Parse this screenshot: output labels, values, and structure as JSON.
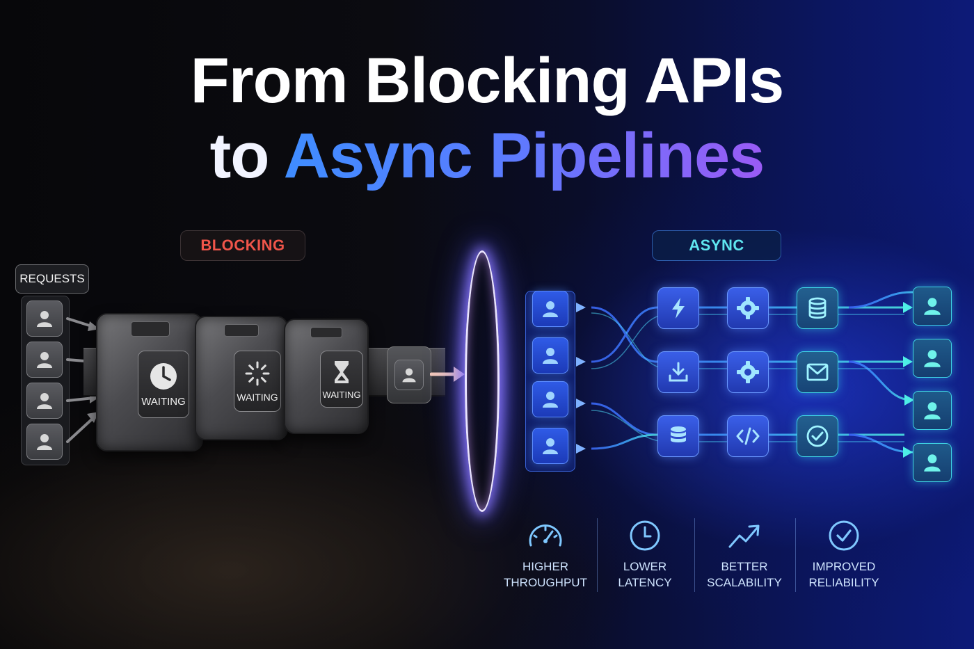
{
  "title": {
    "line1": "From Blocking APIs",
    "line2_prefix": "to",
    "line2_highlight": "Async Pipelines"
  },
  "blocking": {
    "label": "BLOCKING",
    "requests_label": "REQUESTS",
    "gates": [
      {
        "status": "WAITING",
        "icon": "clock-icon"
      },
      {
        "status": "WAITING",
        "icon": "loading-spinner-icon"
      },
      {
        "status": "WAITING",
        "icon": "hourglass-icon"
      }
    ]
  },
  "async": {
    "label": "ASYNC",
    "rows": [
      {
        "nodes": [
          "lightning-icon",
          "gear-icon",
          "database-icon"
        ]
      },
      {
        "nodes": [
          "download-icon",
          "gear-icon",
          "mail-icon"
        ]
      },
      {
        "nodes": [
          "database-icon",
          "code-icon",
          "check-icon"
        ]
      }
    ]
  },
  "benefits": [
    {
      "line1": "HIGHER",
      "line2": "THROUGHPUT",
      "icon": "speedometer-icon"
    },
    {
      "line1": "LOWER",
      "line2": "LATENCY",
      "icon": "clock-icon"
    },
    {
      "line1": "BETTER",
      "line2": "SCALABILITY",
      "icon": "trend-up-icon"
    },
    {
      "line1": "IMPROVED",
      "line2": "RELIABILITY",
      "icon": "check-circle-icon"
    }
  ],
  "colors": {
    "blocking_accent": "#f0554a",
    "async_accent": "#5fe6f0",
    "gradient_start": "#3f8dff",
    "gradient_end": "#9a5bf5"
  }
}
